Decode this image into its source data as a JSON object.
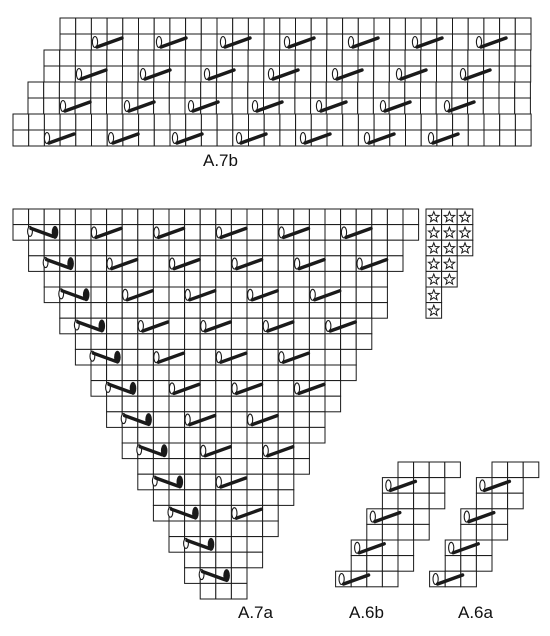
{
  "charts": [
    {
      "id": "a7b",
      "label": "A.7b"
    },
    {
      "id": "a7a",
      "label": "A.7a"
    },
    {
      "id": "a6b",
      "label": "A.6b"
    },
    {
      "id": "a6a",
      "label": "A.6a"
    }
  ],
  "symbols": {
    "cable": "cable-cross-symbol",
    "cable_edge": "cable-edge-symbol",
    "star": "star-symbol"
  },
  "colors": {
    "ink": "#1a1a1a",
    "paper": "#ffffff"
  }
}
